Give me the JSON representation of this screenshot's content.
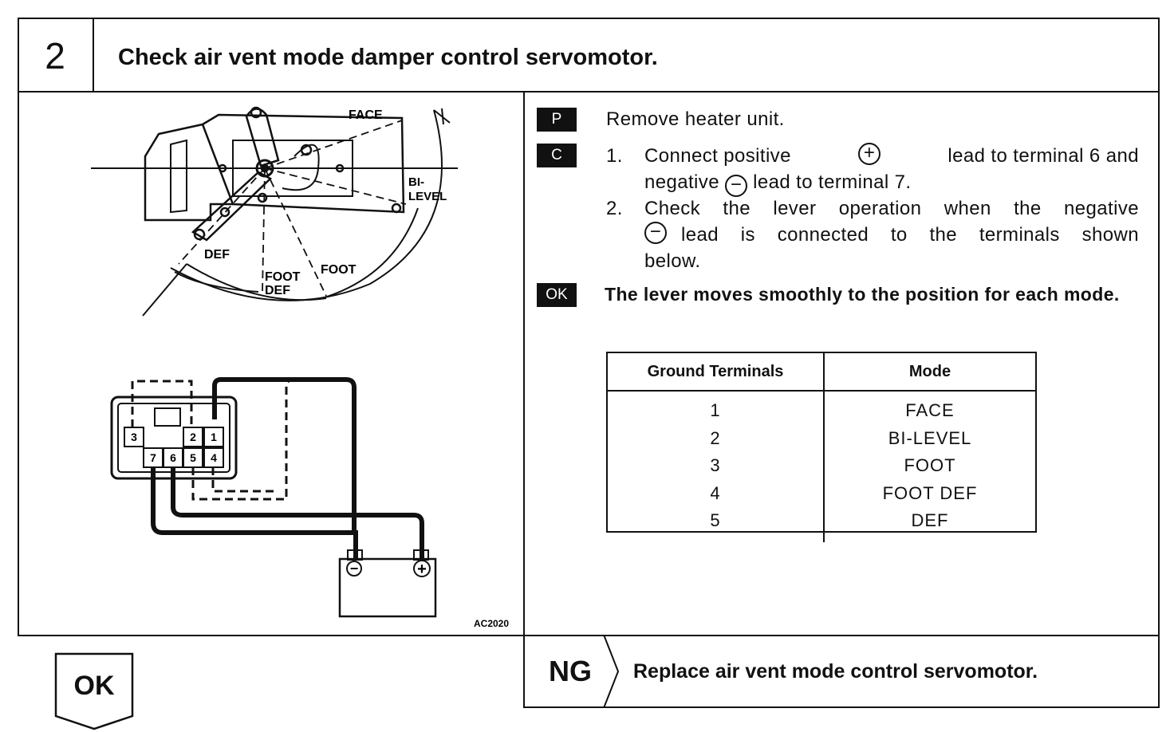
{
  "step": {
    "number": "2",
    "title": "Check air vent mode damper control servomotor."
  },
  "figure": {
    "damper_labels": {
      "face": "FACE",
      "bi_level": "BI-\nLEVEL",
      "bi_level_line1": "BI-",
      "bi_level_line2": "LEVEL",
      "def": "DEF",
      "foot_def_line1": "FOOT",
      "foot_def_line2": "DEF",
      "foot": "FOOT"
    },
    "connector_terminals": [
      "3",
      "2",
      "1",
      "7",
      "6",
      "5",
      "4"
    ],
    "battery_negative": "−",
    "battery_positive": "+",
    "figure_code": "AC2020"
  },
  "procedure": {
    "p_tag": "P",
    "p_text": "Remove heater unit.",
    "c_tag": "C",
    "c_steps": [
      {
        "num": "1.",
        "line1_a": "Connect positive",
        "line1_b": "lead to terminal 6 and",
        "line2_a": "negative",
        "line2_b": "lead to terminal 7."
      },
      {
        "num": "2.",
        "line1": "Check the lever operation when the negative",
        "line2": "lead is connected to the terminals shown",
        "line3": "below."
      }
    ],
    "plus_symbol": "+",
    "minus_symbol": "−",
    "ok_tag": "OK",
    "ok_text": "The lever moves smoothly to the position for each mode."
  },
  "table": {
    "headers": [
      "Ground Terminals",
      "Mode"
    ],
    "rows": [
      [
        "1",
        "FACE"
      ],
      [
        "2",
        "BI-LEVEL"
      ],
      [
        "3",
        "FOOT"
      ],
      [
        "4",
        "FOOT DEF"
      ],
      [
        "5",
        "DEF"
      ]
    ]
  },
  "result": {
    "ok_label": "OK",
    "ng_label": "NG",
    "ng_text": "Replace air vent mode control servomotor."
  }
}
